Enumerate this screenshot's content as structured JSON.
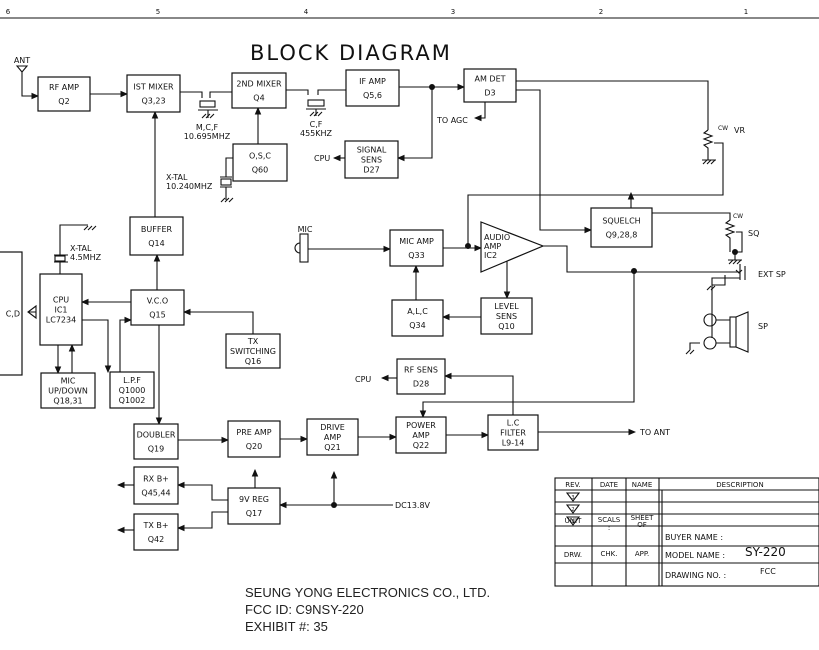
{
  "title": "BLOCK DIAGRAM",
  "column_numbers": [
    "6",
    "5",
    "4",
    "3",
    "2",
    "1"
  ],
  "blocks": [
    {
      "id": "rf-amp",
      "lines": [
        "RF AMP",
        "Q2"
      ]
    },
    {
      "id": "1st-mixer",
      "lines": [
        "IST MIXER",
        "Q3,23"
      ]
    },
    {
      "id": "2nd-mixer",
      "lines": [
        "2ND MIXER",
        "Q4"
      ]
    },
    {
      "id": "if-amp",
      "lines": [
        "IF AMP",
        "Q5,6"
      ]
    },
    {
      "id": "am-det",
      "lines": [
        "AM DET",
        "D3"
      ]
    },
    {
      "id": "signal-sens",
      "lines": [
        "SIGNAL",
        "SENS",
        "D27"
      ]
    },
    {
      "id": "osc",
      "lines": [
        "O,S,C",
        "Q60"
      ]
    },
    {
      "id": "buffer",
      "lines": [
        "BUFFER",
        "Q14"
      ]
    },
    {
      "id": "cpu",
      "lines": [
        "CPU",
        "IC1",
        "LC7234"
      ]
    },
    {
      "id": "vco",
      "lines": [
        "V.C.O",
        "Q15"
      ]
    },
    {
      "id": "tx-switching",
      "lines": [
        "TX",
        "SWITCHING",
        "Q16"
      ]
    },
    {
      "id": "mic-up-down",
      "lines": [
        "MIC",
        "UP/DOWN",
        "Q18,31"
      ]
    },
    {
      "id": "lpf",
      "lines": [
        "L.P.F",
        "Q1000",
        "Q1002"
      ]
    },
    {
      "id": "mic-amp",
      "lines": [
        "MIC AMP",
        "Q33"
      ]
    },
    {
      "id": "squelch",
      "lines": [
        "SQUELCH",
        "Q9,28,8"
      ]
    },
    {
      "id": "alc",
      "lines": [
        "A,L,C",
        "Q34"
      ]
    },
    {
      "id": "level-sens",
      "lines": [
        "LEVEL",
        "SENS",
        "Q10"
      ]
    },
    {
      "id": "rf-sens",
      "lines": [
        "RF SENS",
        "D28"
      ]
    },
    {
      "id": "doubler",
      "lines": [
        "DOUBLER",
        "Q19"
      ]
    },
    {
      "id": "pre-amp",
      "lines": [
        "PRE AMP",
        "Q20"
      ]
    },
    {
      "id": "drive-amp",
      "lines": [
        "DRIVE",
        "AMP",
        "Q21"
      ]
    },
    {
      "id": "power-amp",
      "lines": [
        "POWER",
        "AMP",
        "Q22"
      ]
    },
    {
      "id": "lc-filter",
      "lines": [
        "L.C",
        "FILTER",
        "L9-14"
      ]
    },
    {
      "id": "rx-b",
      "lines": [
        "RX B+",
        "Q45,44"
      ]
    },
    {
      "id": "9v-reg",
      "lines": [
        "9V REG",
        "Q17"
      ]
    },
    {
      "id": "tx-b",
      "lines": [
        "TX B+",
        "Q42"
      ]
    },
    {
      "id": "lcd",
      "lines": [
        "C,D"
      ]
    }
  ],
  "audio_amp": [
    "AUDIO",
    "AMP",
    "IC2"
  ],
  "labels": {
    "ant": "ANT",
    "mcf": "M,C,F",
    "mcf_freq": "10.695MHZ",
    "cf": "C,F",
    "cf_freq": "455KHZ",
    "xtal1": "X-TAL",
    "xtal1_freq": "10.240MHZ",
    "xtal2": "X-TAL",
    "xtal2_freq": "4.5MHZ",
    "to_agc": "TO AGC",
    "cpu1": "CPU",
    "cpu2": "CPU",
    "mic": "MIC",
    "vr": "VR",
    "sq": "SQ",
    "cw1": "CW",
    "cw2": "CW",
    "ext_sp": "EXT SP",
    "sp": "SP",
    "to_ant": "TO ANT",
    "dc": "DC13.8V"
  },
  "title_block": {
    "rev": "REV.",
    "date": "DATE",
    "name": "NAME",
    "description": "DESCRIPTION",
    "revs": [
      "3",
      "2",
      "1"
    ],
    "unit": "UNIT",
    "scale": "SCALS",
    "scale_sep": ":",
    "sheet": "SHEET",
    "of": "OF",
    "drw": "DRW.",
    "chk": "CHK.",
    "app": "APP.",
    "buyer_name": "BUYER NAME :",
    "model_name": "MODEL NAME :",
    "model_value": "SY-220",
    "drawing_no": "DRAWING NO. :",
    "drawing_value": "FCC"
  },
  "footer": {
    "company": "SEUNG YONG ELECTRONICS CO., LTD.",
    "fcc_id": "FCC ID:  C9NSY-220",
    "exhibit": "EXHIBIT #:  35"
  }
}
